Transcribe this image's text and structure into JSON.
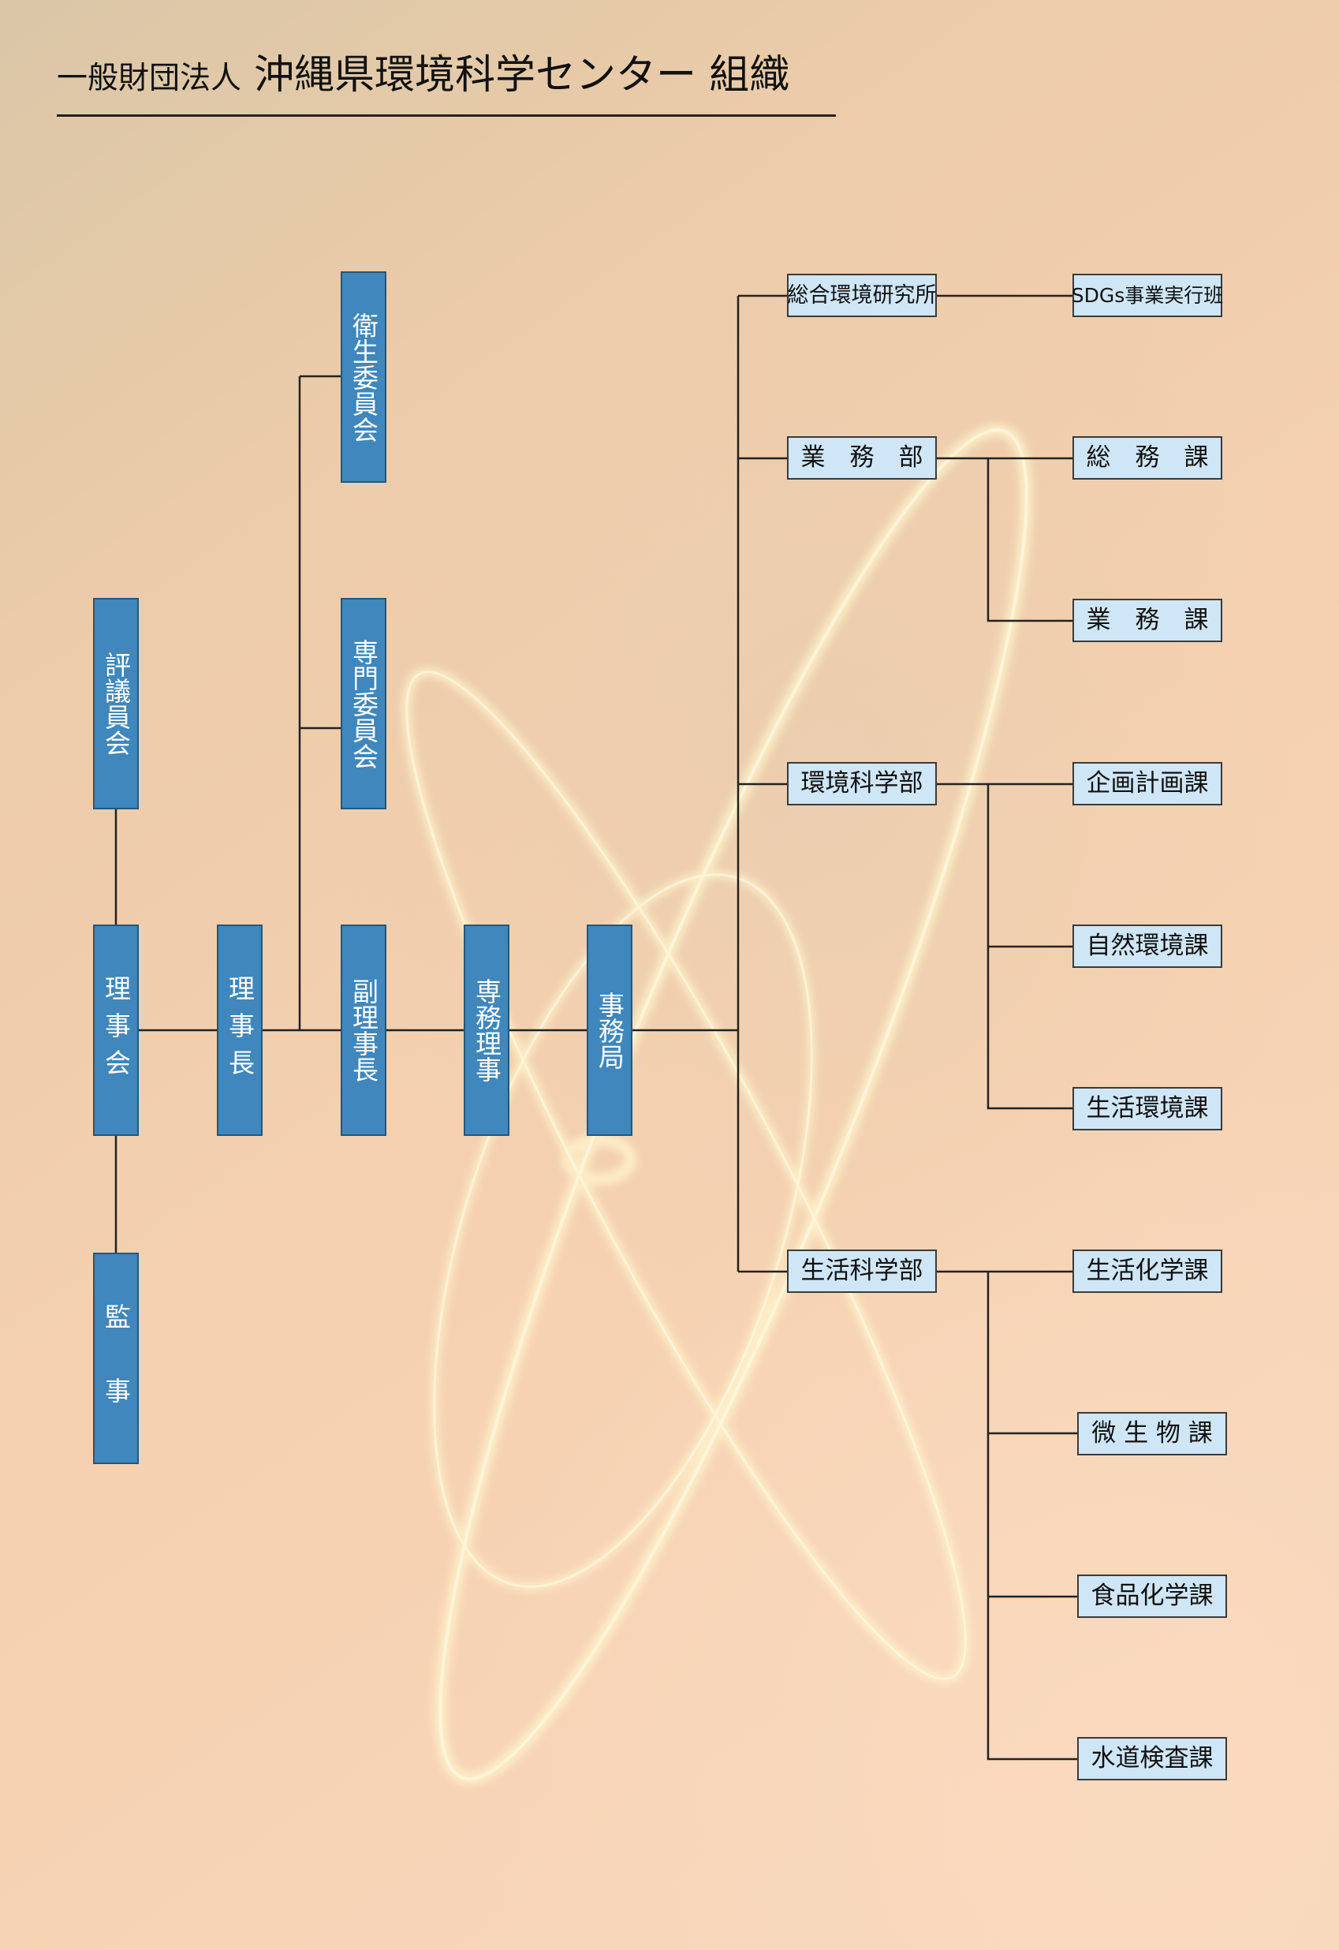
{
  "title": {
    "prefix": "一般財団法人",
    "main": "沖縄県環境科学センター 組織"
  },
  "nodes": {
    "hyogiinkai": "評議員会",
    "rijikai": "理事会",
    "kanji": "監　事",
    "rijicho": "理事長",
    "eisei": "衛生委員会",
    "senmon": "専門委員会",
    "fukurijicho": "副理事長",
    "senmuriji": "専務理事",
    "jimukyoku": "事務局",
    "sogo": "総合環境研究所",
    "sdgs": "SDGs事業実行班",
    "gyomubu": "業　務　部",
    "somuka": "総　務　課",
    "gyomuka": "業　務　課",
    "kankyobu": "環境科学部",
    "kikaku": "企画計画課",
    "shizen": "自然環境課",
    "seikatsukankyo": "生活環境課",
    "seikatsubu": "生活科学部",
    "seikatsukagaku": "生活化学課",
    "biseibutsu": "微 生 物 課",
    "shokuhin": "食品化学課",
    "suido": "水道検査課"
  },
  "colors": {
    "primary_box": "#3f87bc",
    "secondary_box": "#cfe6f6",
    "line": "#222222"
  }
}
